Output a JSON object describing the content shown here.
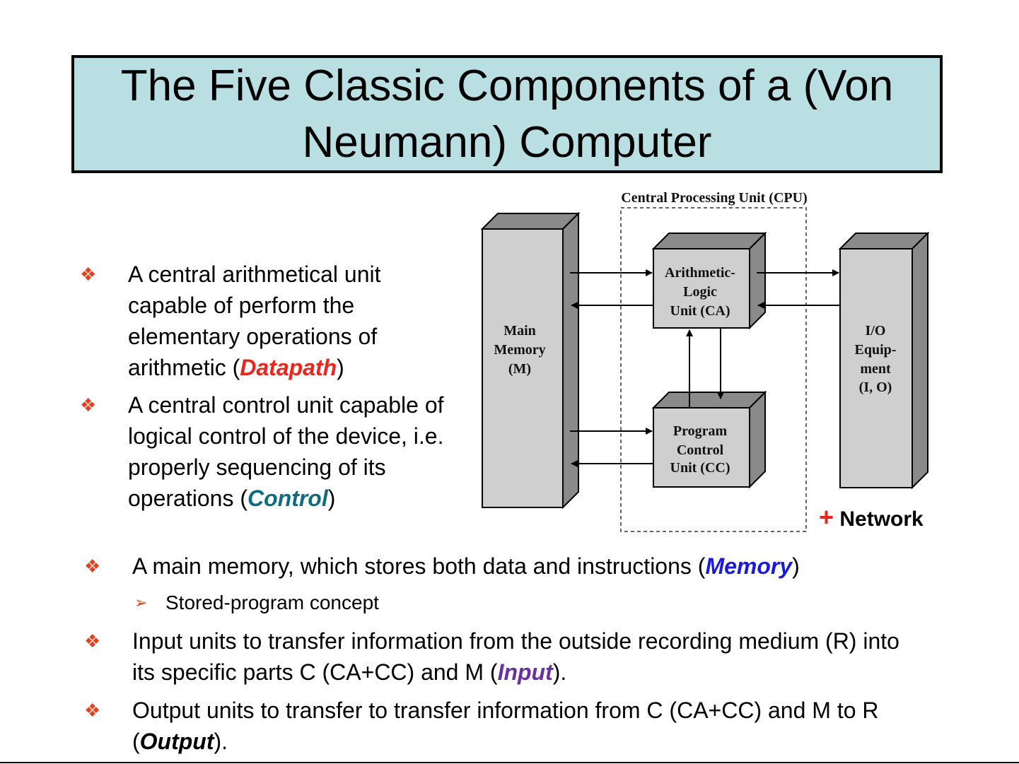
{
  "title": "The Five Classic Components of a (Von Neumann) Computer",
  "bullet_mark": "❖",
  "sub_mark": "➢",
  "bullets": [
    {
      "text_before": "A central arithmetical unit capable of perform the elementary operations of arithmetic (",
      "keyword": "Datapath",
      "text_after": ")"
    },
    {
      "text_before": "A central control unit capable of logical control of the device, i.e. properly sequencing of its operations (",
      "keyword": "Control",
      "text_after": ")"
    },
    {
      "text_before": "A main memory, which stores both data and instructions (",
      "keyword": "Memory",
      "text_after": ")"
    },
    {
      "text_before": "Input units to transfer information from the outside recording medium (R) into its specific parts C (CA+CC) and M (",
      "keyword": "Input",
      "text_after": ")."
    },
    {
      "text_before": "Output units to transfer to transfer information from C (CA+CC) and M to R (",
      "keyword": "Output",
      "text_after": ")."
    }
  ],
  "sub_bullet": "Stored-program concept",
  "diagram": {
    "cpu_label": "Central Processing Unit (CPU)",
    "main_memory": [
      "Main",
      "Memory",
      "(M)"
    ],
    "alu": [
      "Arithmetic-",
      "Logic",
      "Unit (CA)"
    ],
    "pcu": [
      "Program",
      "Control",
      "Unit (CC)"
    ],
    "io": [
      "I/O",
      "Equip-",
      "ment",
      "(I, O)"
    ]
  },
  "network": {
    "plus": "+",
    "label": "Network"
  },
  "colors": {
    "title_bg": "#b9dfe2",
    "bullet_mark": "#e8401c",
    "datapath": "#e8261e",
    "control": "#0e6b82",
    "memory": "#1a1adf",
    "input": "#6b2fa0"
  }
}
